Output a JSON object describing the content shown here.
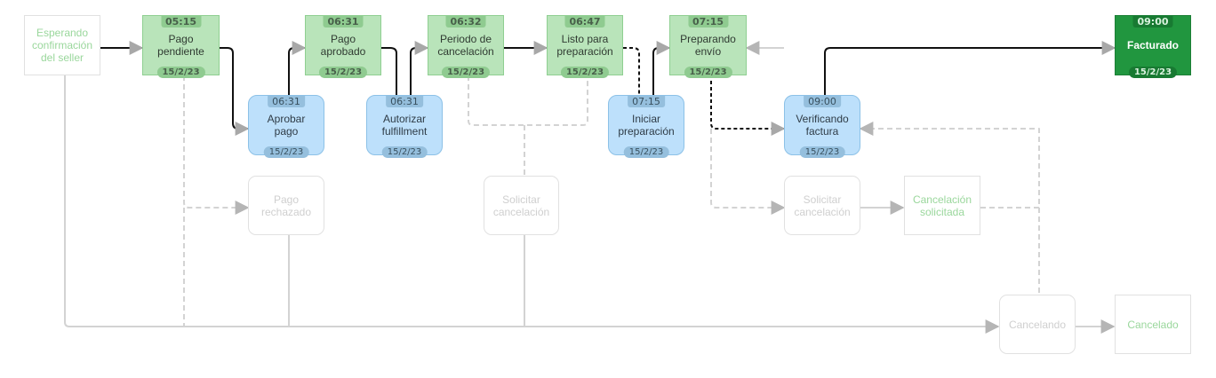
{
  "nodes": {
    "esperando": {
      "label": "Esperando\nconfirmación\ndel seller"
    },
    "pago_pendiente": {
      "label": "Pago\npendiente",
      "time": "05:15",
      "date": "15/2/23"
    },
    "aprobar_pago": {
      "label": "Aprobar\npago",
      "time": "06:31",
      "date": "15/2/23"
    },
    "pago_rechazado": {
      "label": "Pago\nrechazado"
    },
    "pago_aprobado": {
      "label": "Pago\naprobado",
      "time": "06:31",
      "date": "15/2/23"
    },
    "autorizar_fulfillment": {
      "label": "Autorizar\nfulfillment",
      "time": "06:31",
      "date": "15/2/23"
    },
    "periodo_cancelacion": {
      "label": "Periodo de\ncancelación",
      "time": "06:32",
      "date": "15/2/23"
    },
    "solicitar_cancelacion_1": {
      "label": "Solicitar\ncancelación"
    },
    "listo_preparacion": {
      "label": "Listo para\npreparación",
      "time": "06:47",
      "date": "15/2/23"
    },
    "iniciar_preparacion": {
      "label": "Iniciar\npreparación",
      "time": "07:15",
      "date": "15/2/23"
    },
    "preparando_envio": {
      "label": "Preparando\nenvío",
      "time": "07:15",
      "date": "15/2/23"
    },
    "verificando_factura": {
      "label": "Verificando\nfactura",
      "time": "09:00",
      "date": "15/2/23"
    },
    "solicitar_cancelacion_2": {
      "label": "Solicitar\ncancelación"
    },
    "cancelacion_solicitada": {
      "label": "Cancelación\nsolicitada"
    },
    "facturado": {
      "label": "Facturado",
      "time": "09:00",
      "date": "15/2/23"
    },
    "cancelando": {
      "label": "Cancelando"
    },
    "cancelado": {
      "label": "Cancelado"
    }
  },
  "colors": {
    "state_done": "#b9e4ba",
    "activity_done": "#bde0fb",
    "final_state": "#21963f",
    "inactive_border": "#e1e1e1",
    "active_edge": "#111111",
    "inactive_edge": "#d3d3d3"
  }
}
